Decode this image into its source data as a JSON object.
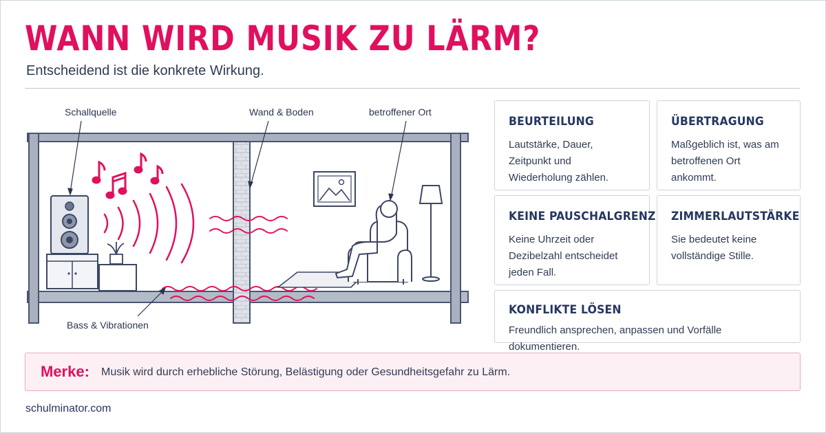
{
  "header": {
    "title": "WANN WIRD MUSIK ZU LÄRM?",
    "subtitle": "Entscheidend ist die konkrete Wirkung."
  },
  "illustration": {
    "labels": {
      "source": "Schallquelle",
      "wall": "Wand & Boden",
      "place": "betroffener Ort",
      "bass": "Bass & Vibrationen"
    }
  },
  "cards": [
    {
      "title": "BEURTEILUNG",
      "text": "Lautstärke, Dauer, Zeitpunkt und Wiederholung zählen."
    },
    {
      "title": "ÜBERTRAGUNG",
      "text": "Maßgeblich ist, was am betroffenen Ort ankommt."
    },
    {
      "title": "KEINE PAUSCHALGRENZE",
      "text": "Keine Uhrzeit oder Dezibelzahl entscheidet jeden Fall."
    },
    {
      "title": "ZIMMERLAUTSTÄRKE",
      "text": "Sie bedeutet keine vollständige Stille."
    },
    {
      "title": "KONFLIKTE LÖSEN",
      "text": "Freundlich ansprechen, anpassen und Vorfälle dokumentieren."
    }
  ],
  "note": {
    "label": "Merke:",
    "text": "Musik wird durch erhebliche Störung, Belästigung oder Gesundheitsgefahr zu Lärm."
  },
  "footer": {
    "site": "schulminator.com"
  },
  "colors": {
    "accent": "#e0105e",
    "navy": "#253660",
    "wall": "#9aa3b5",
    "note_bg": "#fdf0f5"
  }
}
